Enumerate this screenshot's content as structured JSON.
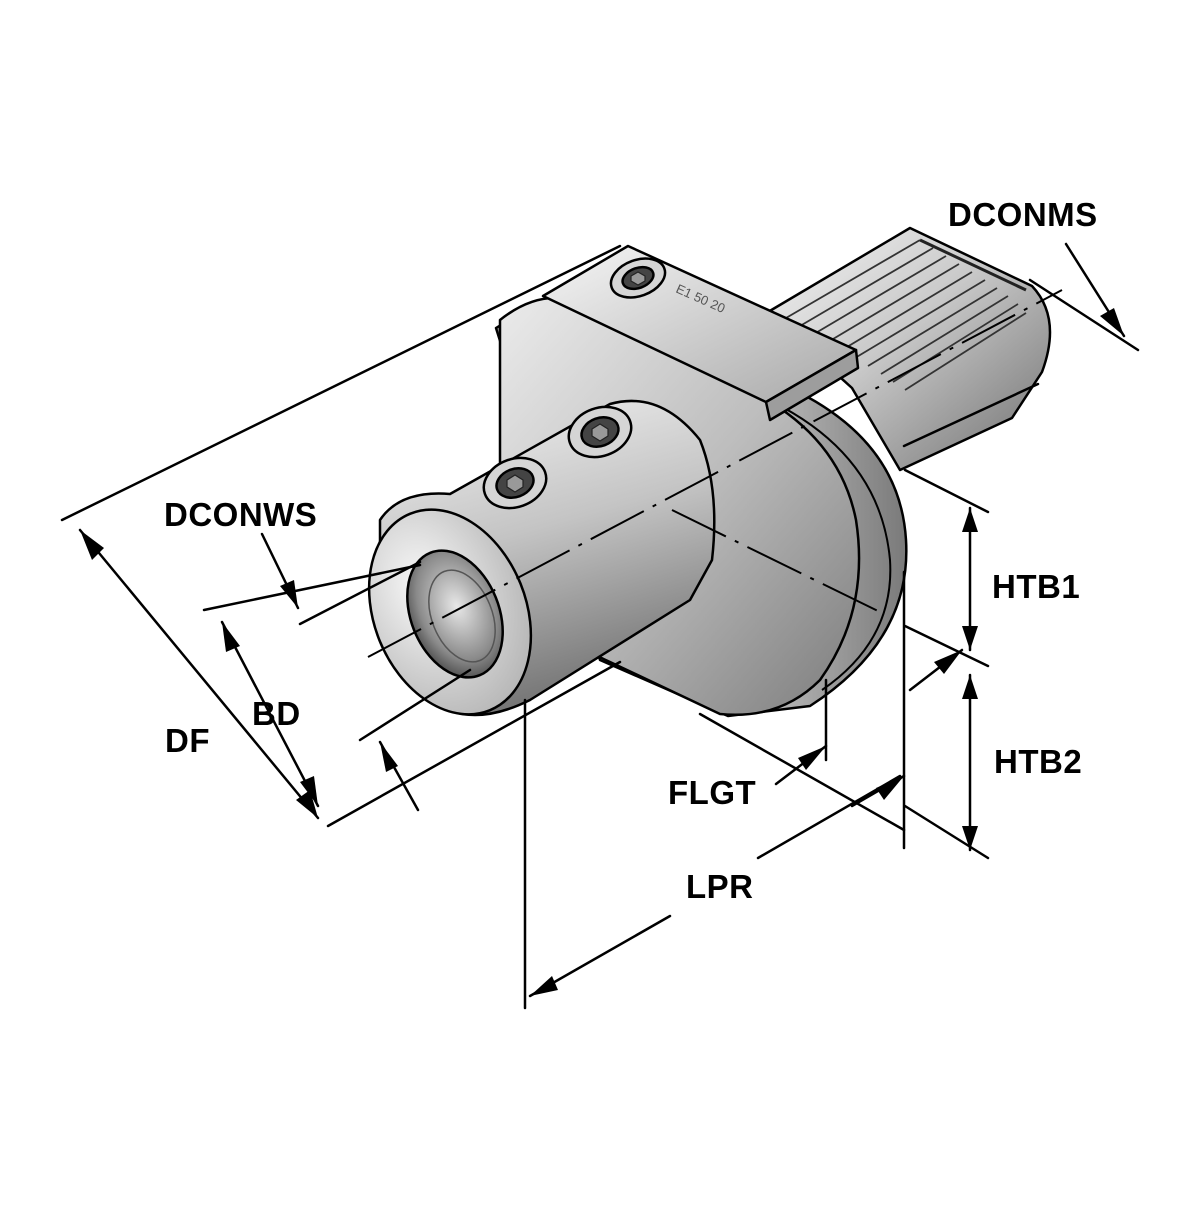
{
  "diagram": {
    "labels": {
      "dconms": "DCONMS",
      "dconws": "DCONWS",
      "df": "DF",
      "bd": "BD",
      "htb1": "HTB1",
      "htb2": "HTB2",
      "flgt": "FLGT",
      "lpr": "LPR"
    },
    "engraving": "E1 50 20",
    "colors": {
      "line": "#000000",
      "metal_light": "#f2f2f2",
      "metal_mid": "#b4b4b4",
      "metal_dark": "#6e6e6e",
      "background": "#ffffff"
    }
  }
}
